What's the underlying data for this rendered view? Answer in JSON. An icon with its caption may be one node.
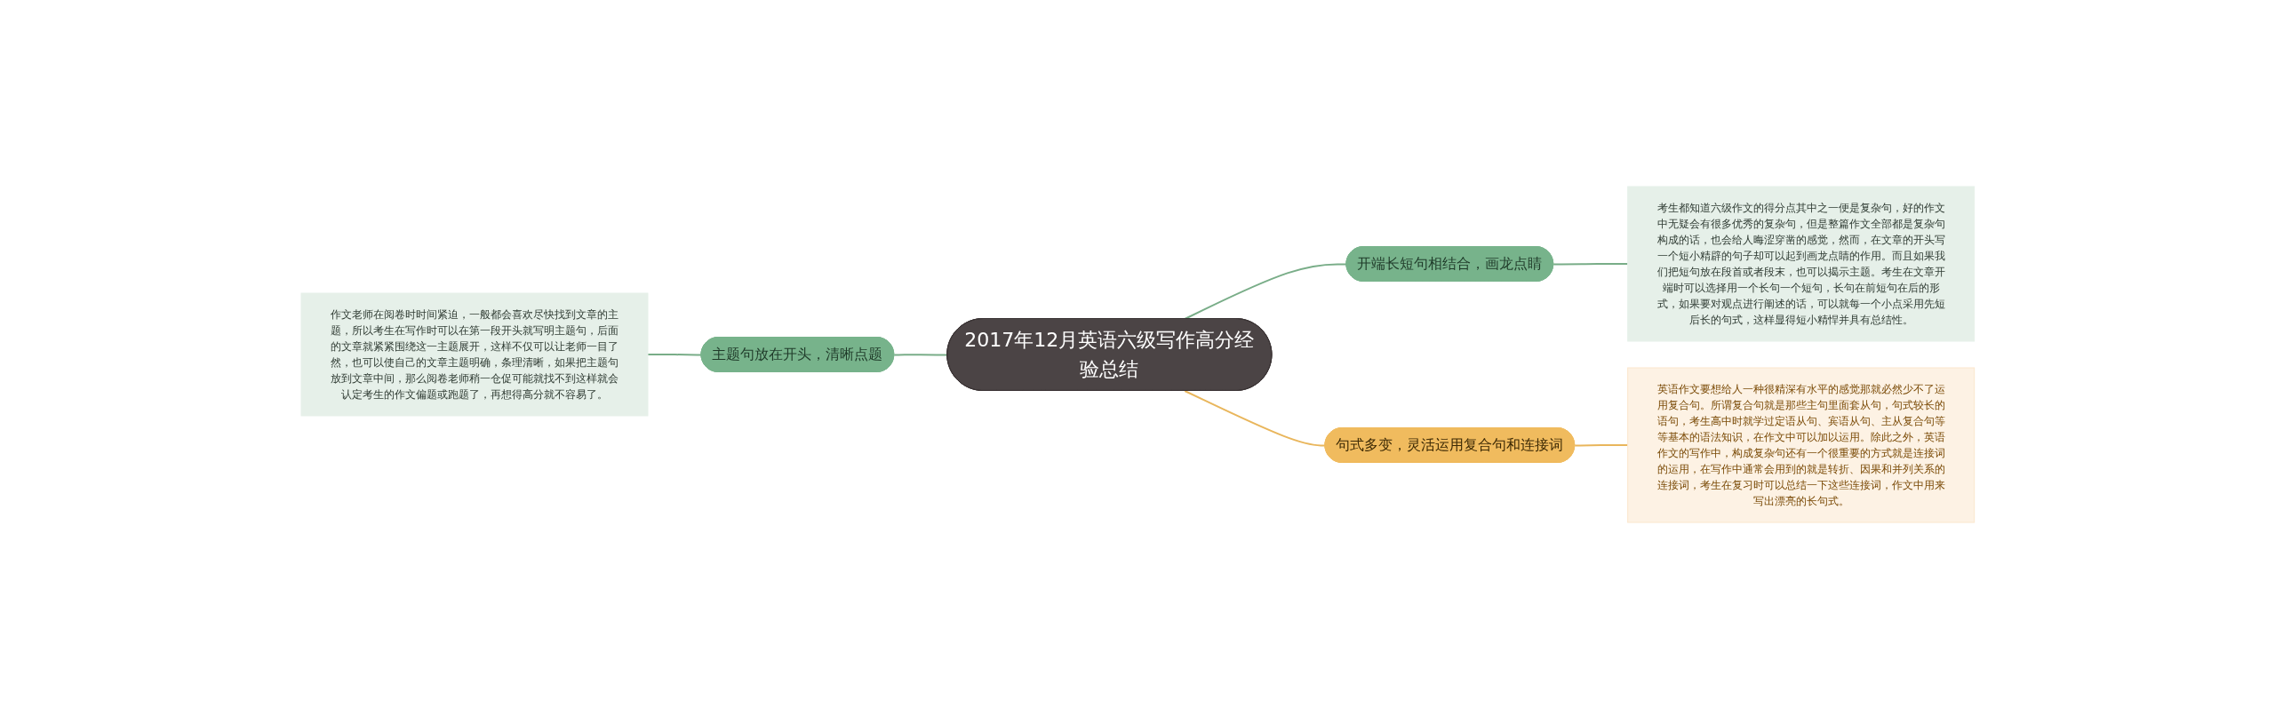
{
  "diagram": {
    "nodes": [
      {
        "text": [
          "2017年12月英语六级写作高分经验总结"
        ]
      },
      {
        "text": [
          "主题句放在开头，清晰点题"
        ]
      },
      {
        "text": [
          "作文老师在阅卷时时间紧迫，一般都会喜欢尽快找到文章的主题，所以考生在写作时可以在第一段开头就写明主题句，后面的文章就紧紧围绕这一主题展开，这样不仅可以让老师一目了然，也可以使自己的文章主题明确，条理清晰，如果把主题句放到文章中间，那么阅卷老师稍一仓促可能就找不到这样就会认定考生的作文偏题或跑题了，再想得高分就不容易了。"
        ]
      },
      {
        "text": [
          "开端长短句相结合，画龙点睛"
        ]
      },
      {
        "text": [
          "考生都知道六级作文的得分点其中之一便是复杂句，好的作文中无疑会有很多优秀的复杂句，但是整篇作文全部都是复杂句构成的话，也会给人晦涩穿凿的感觉，然而，在文章的开头写一个短小精辟的句子却可以起到画龙点睛的作用。而且如果我们把短句放在段首或者段末，也可以揭示主题。考生在文章开端时可以选择用一个长句一个短句，长句在前短句在后的形式，如果要对观点进行阐述的话，可以就每一个小点采用先短后长的句式，这样显得短小精悍并具有总结性。"
        ]
      },
      {
        "text": [
          "句式多变，灵活运用复合句和连接词"
        ]
      },
      {
        "text": [
          "英语作文要想给人一种很精深有水平的感觉那就必然少不了运用复合句。所谓复合句就是那些主句里面套从句，句式较长的语句，考生高中时就学过定语从句、宾语从句、主从复合句等等基本的语法知识，在作文中可以加以运用。除此之外，英语作文的写作中，构成复杂句还有一个很重要的方式就是连接词的运用，在写作中通常会用到的就是转折、因果和并列关系的连接词，考生在复习时可以总结一下这些连接词，作文中用来写出漂亮的长句式。"
        ]
      }
    ],
    "edges": [
      {
        "from": 2,
        "to": 1,
        "arrow": "none"
      },
      {
        "from": 1,
        "to": 0,
        "arrow": "none"
      },
      {
        "from": 0,
        "to": 3,
        "arrow": "none"
      },
      {
        "from": 3,
        "to": 4,
        "arrow": "none"
      },
      {
        "from": 0,
        "to": 5,
        "arrow": "none",
        "color": "#e9b65c"
      },
      {
        "from": 5,
        "to": 6,
        "arrow": "none",
        "color": "#e9b65c"
      }
    ]
  }
}
